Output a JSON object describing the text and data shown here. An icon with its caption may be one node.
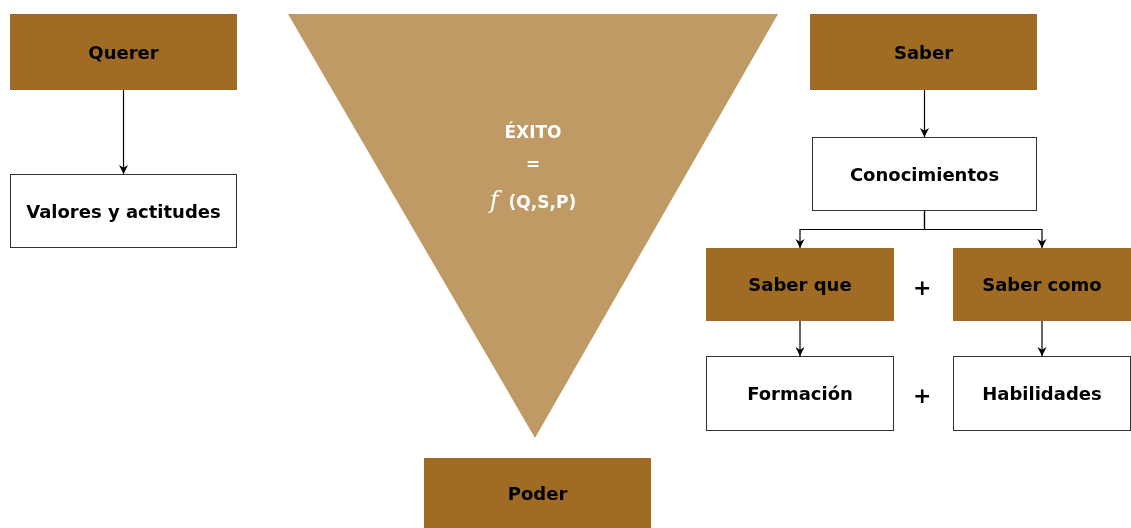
{
  "diagram": {
    "nodes": [
      {
        "text": [
          "Querer"
        ]
      },
      {
        "text": [
          "Valores y actitudes"
        ]
      },
      {
        "text": [
          "ÉXITO",
          "=",
          "*f* (Q,S,P)"
        ]
      },
      {
        "text": [
          "Poder"
        ]
      },
      {
        "text": [
          "Saber"
        ]
      },
      {
        "text": [
          "Conocimientos"
        ]
      },
      {
        "text": [
          "Saber que"
        ]
      },
      {
        "text": [
          "Saber como"
        ]
      },
      {
        "text": [
          "Formación"
        ]
      },
      {
        "text": [
          "Habilidades"
        ]
      }
    ],
    "edges": [
      {
        "from": 0,
        "to": 1,
        "arrow": "to"
      },
      {
        "from": 4,
        "to": 5,
        "arrow": "to"
      },
      {
        "from": 5,
        "to": 6,
        "arrow": "to"
      },
      {
        "from": 5,
        "to": 7,
        "arrow": "to"
      },
      {
        "from": 6,
        "to": 8,
        "arrow": "to"
      },
      {
        "from": 7,
        "to": 9,
        "arrow": "to"
      }
    ],
    "labels": [
      "+",
      "+"
    ]
  }
}
